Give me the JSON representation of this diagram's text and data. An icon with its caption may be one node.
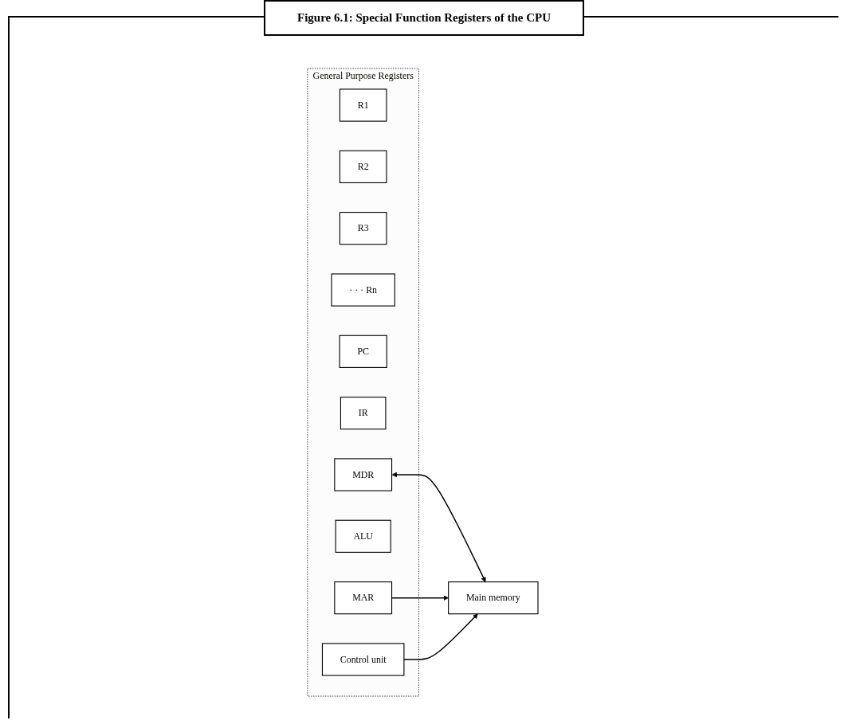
{
  "diagram": {
    "title": "Figure 6.1: Special Function Registers of the CPU",
    "nodes": [
      {
        "text": [
          "General Purpose Registers"
        ]
      },
      {
        "text": [
          "R1"
        ],
        "in": 0
      },
      {
        "text": [
          "R2"
        ],
        "in": 0
      },
      {
        "text": [
          "R3"
        ],
        "in": 0
      },
      {
        "text": [
          "· · · Rn"
        ],
        "in": 0
      },
      {
        "text": [
          "PC"
        ],
        "in": 0
      },
      {
        "text": [
          "IR"
        ],
        "in": 0
      },
      {
        "text": [
          "MDR"
        ],
        "in": 0
      },
      {
        "text": [
          "ALU"
        ],
        "in": 0
      },
      {
        "text": [
          "MAR"
        ],
        "in": 0
      },
      {
        "text": [
          "Control unit"
        ],
        "in": 0
      },
      {
        "text": [
          "Main memory"
        ]
      }
    ],
    "edges": [
      {
        "from": 7,
        "to": 11,
        "arrow": "both"
      },
      {
        "from": 9,
        "to": 11,
        "arrow": "to"
      },
      {
        "from": 10,
        "to": 11,
        "arrow": "to"
      }
    ]
  }
}
